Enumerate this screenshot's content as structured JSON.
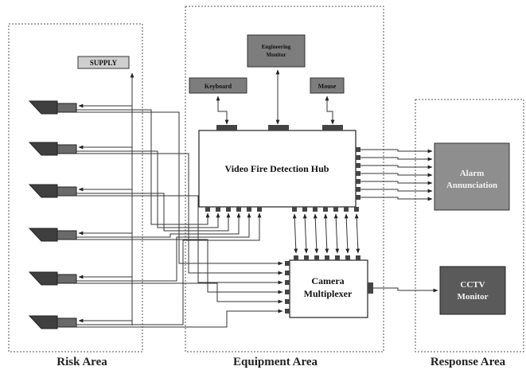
{
  "areas": {
    "risk": "Risk Area",
    "equipment": "Equipment Area",
    "response": "Response Area"
  },
  "devices": {
    "supply": "SUPPLY",
    "engineering_monitor": [
      "Engineering",
      "Monitor"
    ],
    "keyboard": "Keyboard",
    "mouse": "Mouse",
    "hub": "Video Fire Detection Hub",
    "multiplexer": [
      "Camera",
      "Multiplexer"
    ],
    "alarm": [
      "Alarm",
      "Annunciation"
    ],
    "cctv": [
      "CCTV",
      "Monitor"
    ]
  },
  "colors": {
    "dark_box": "#555555",
    "mid_box": "#7d7d7d",
    "light_box": "#c8c8c8",
    "alarm_box": "#8e8e8e",
    "camera_dark": "#3a3a3a"
  },
  "cameras": [
    "camera-1",
    "camera-2",
    "camera-3",
    "camera-4",
    "camera-5",
    "camera-6"
  ]
}
